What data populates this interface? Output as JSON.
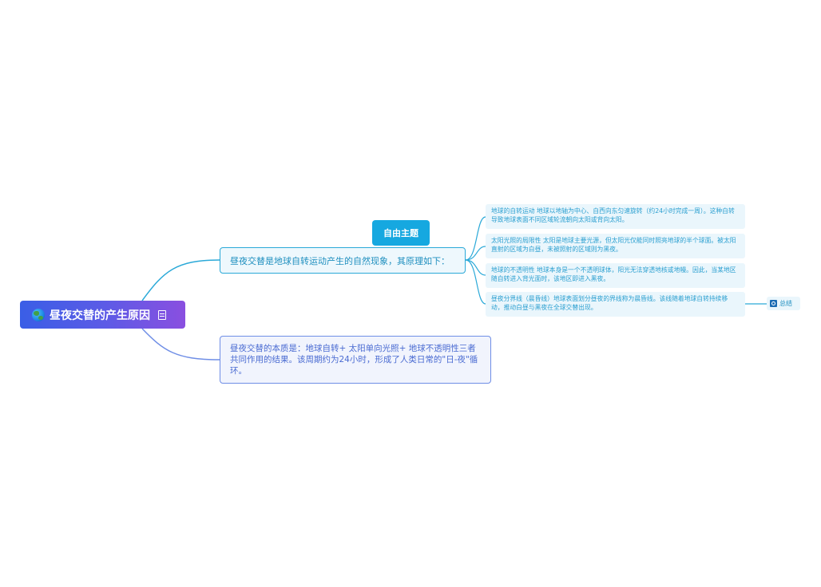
{
  "root": {
    "label": "昼夜交替的产生原因",
    "icon": "globe-icon",
    "note_icon": "note-icon"
  },
  "tag": {
    "label": "自由主题"
  },
  "branches": [
    {
      "text": "昼夜交替是地球自转运动产生的自然现象，其原理如下："
    },
    {
      "text": "昼夜交替的本质是：地球自转+ 太阳单向光照+ 地球不透明性三者共同作用的结果。该周期约为24小时，形成了人类日常的\"日-夜\"循环。"
    }
  ],
  "leaves": [
    "地球的自转运动 地球以地轴为中心、自西向东匀速旋转（约24小时完成一周）。这种自转导致地球表面不同区域轮流朝向太阳或背向太阳。",
    "太阳光照的局限性 太阳是地球主要光源，但太阳光仅能同时照亮地球的半个球面。被太阳直射的区域为白昼，未被照射的区域则为黑夜。",
    "地球的不透明性 地球本身是一个不透明球体，阳光无法穿透地核或地幔。因此，当某地区随自转进入背光面时，该地区即进入黑夜。",
    "昼夜分界线（晨昏线）地球表面划分昼夜的界线称为晨昏线。该线随着地球自转持续移动，推动白昼与黑夜在全球交替出现。"
  ],
  "summary": {
    "label": "总结",
    "icon": "summary-icon"
  },
  "colors": {
    "root_gradient_start": "#3a5ee6",
    "root_gradient_end": "#8a4fe0",
    "branch1_border": "#2ba9d8",
    "branch2_border": "#6f8ee6",
    "tag_bg": "#16a8e0",
    "leaf_bg": "#eaf6fc"
  }
}
